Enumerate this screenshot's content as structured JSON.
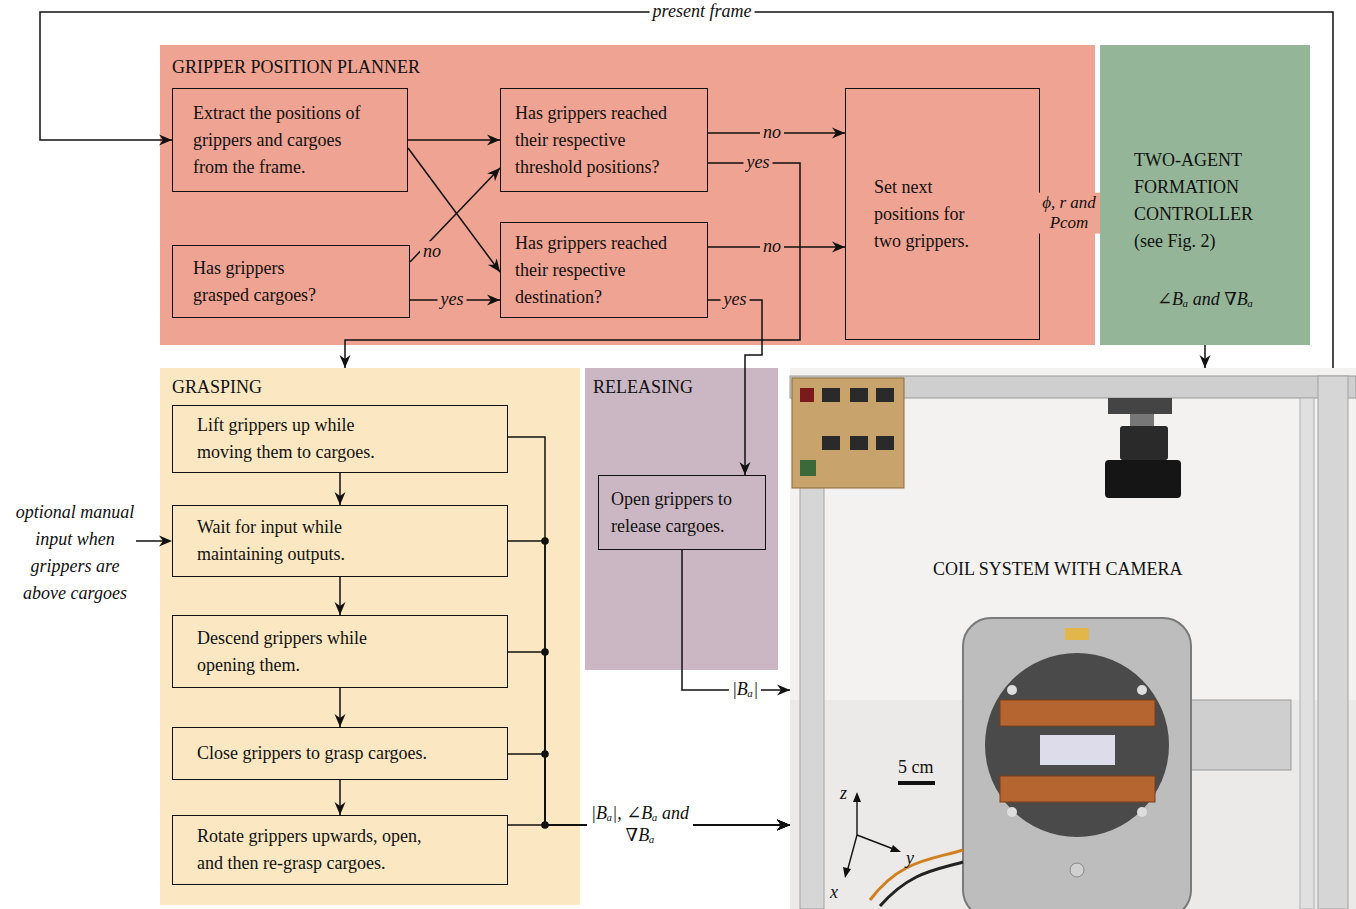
{
  "diagram": {
    "nodes": [
      {
        "text": [
          "GRIPPER POSITION PLANNER"
        ]
      },
      {
        "text": [
          "Extract the positions of grippers and cargoes from the frame."
        ],
        "in": 0
      },
      {
        "text": [
          "Has grippers grasped cargoes?"
        ],
        "in": 0
      },
      {
        "text": [
          "Has grippers reached their respective threshold positions?"
        ],
        "in": 0
      },
      {
        "text": [
          "Has grippers reached their respective destination?"
        ],
        "in": 0
      },
      {
        "text": [
          "Set next positions for two grippers."
        ],
        "in": 0
      },
      {
        "text": [
          "TWO-AGENT FORMATION CONTROLLER (see Fig. 2)"
        ]
      },
      {
        "text": [
          "GRASPING"
        ]
      },
      {
        "text": [
          "Lift grippers up while moving them to cargoes."
        ],
        "in": 7
      },
      {
        "text": [
          "Wait for input while maintaining outputs."
        ],
        "in": 7
      },
      {
        "text": [
          "Descend grippers while opening them."
        ],
        "in": 7
      },
      {
        "text": [
          "Close grippers to grasp cargoes."
        ],
        "in": 7
      },
      {
        "text": [
          "Rotate grippers upwards, open, and then re-grasp cargoes."
        ],
        "in": 7
      },
      {
        "text": [
          "RELEASING"
        ]
      },
      {
        "text": [
          "Open grippers to release cargoes."
        ],
        "in": 13
      },
      {
        "text": [
          "COIL SYSTEM WITH CAMERA"
        ]
      }
    ],
    "edges": [
      {
        "from": 15,
        "to": 1,
        "label": "present frame",
        "arrow": "to"
      },
      {
        "from": 1,
        "to": 3,
        "arrow": "to"
      },
      {
        "from": 1,
        "to": 4,
        "arrow": "to"
      },
      {
        "from": 2,
        "to": 3,
        "label": "no",
        "arrow": "to"
      },
      {
        "from": 2,
        "to": 4,
        "label": "yes",
        "arrow": "to"
      },
      {
        "from": 3,
        "to": 5,
        "label": "no",
        "arrow": "to"
      },
      {
        "from": 4,
        "to": 5,
        "label": "no",
        "arrow": "to"
      },
      {
        "from": 3,
        "to": 7,
        "label": "yes",
        "arrow": "to"
      },
      {
        "from": 4,
        "to": 14,
        "label": "yes",
        "arrow": "to"
      },
      {
        "from": 5,
        "to": 6,
        "label": "ϕ, r and Pcom",
        "arrow": "to"
      },
      {
        "from": 6,
        "to": 15,
        "label": "∠Bₐ and ∇Bₐ",
        "arrow": "to"
      },
      {
        "from": 14,
        "to": 15,
        "label": "|Bₐ|",
        "arrow": "to"
      },
      {
        "from": 8,
        "to": 9,
        "arrow": "to"
      },
      {
        "from": 9,
        "to": 10,
        "arrow": "to"
      },
      {
        "from": 10,
        "to": 11,
        "arrow": "to"
      },
      {
        "from": 11,
        "to": 12,
        "arrow": "to"
      },
      {
        "from": 8,
        "to": 15,
        "arrow": "to"
      },
      {
        "from": 9,
        "to": 15,
        "arrow": "to"
      },
      {
        "from": 10,
        "to": 15,
        "arrow": "to"
      },
      {
        "from": 11,
        "to": 15,
        "arrow": "to"
      },
      {
        "from": 12,
        "to": 15,
        "label": "|Bₐ|, ∠Bₐ and ∇Bₐ",
        "arrow": "to"
      }
    ],
    "labels": [
      "optional manual input when grippers are above cargoes",
      "5 cm",
      "z",
      "y",
      "x"
    ]
  }
}
